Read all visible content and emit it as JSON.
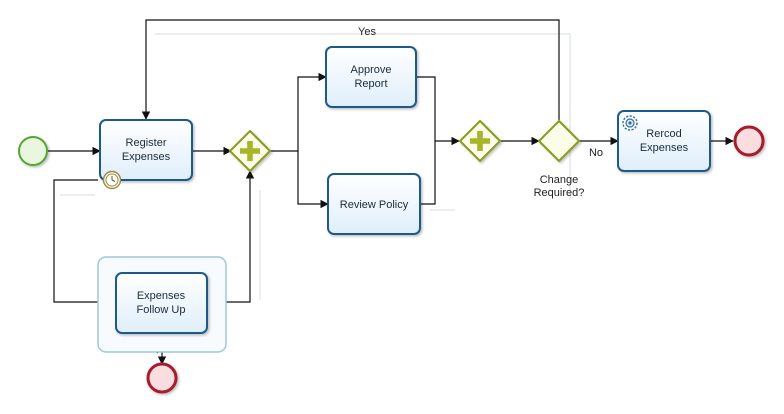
{
  "diagram": {
    "tasks": {
      "register": [
        "Register",
        "Expenses"
      ],
      "approve": [
        "Approve",
        "Report"
      ],
      "review": [
        "Review Policy"
      ],
      "followup": [
        "Expenses",
        "Follow Up"
      ],
      "record": [
        "Rercod",
        "Expenses"
      ]
    },
    "gateway_labels": {
      "change": [
        "Change",
        "Required?"
      ]
    },
    "edge_labels": {
      "yes": "Yes",
      "no": "No"
    },
    "colors": {
      "task_stroke": "#1f5a8a",
      "task_fill_top": "#ffffff",
      "task_fill_bottom": "#dfeefa",
      "gateway_stroke": "#8a9a1a",
      "gateway_fill": "#fbfde8",
      "gateway_plus": "#a8b52a",
      "start_stroke": "#54a62d",
      "start_fill": "#e9f7df",
      "end_stroke": "#a61d2b",
      "end_fill": "#f9dde0",
      "flow": "#111111",
      "subgroup_stroke": "#9fc7dc"
    }
  }
}
